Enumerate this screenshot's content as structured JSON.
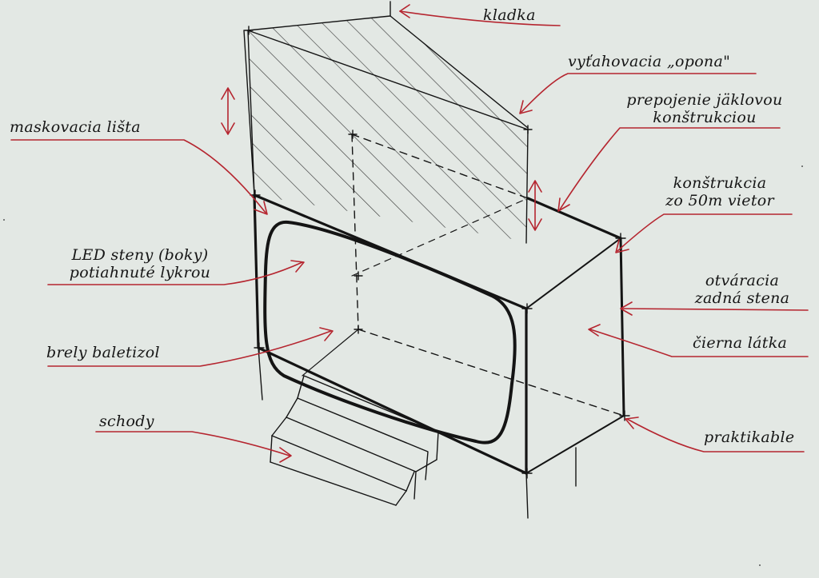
{
  "colors": {
    "paper": "#e3e8e4",
    "ink": "#141414",
    "annotation": "#b5252f"
  },
  "labels": {
    "kladka": "kladka",
    "opona": "vyťahovacia „opona\"",
    "prepojenie_1": "prepojenie jäklovou",
    "prepojenie_2": "konštrukciou",
    "maskovacia": "maskovacia lišta",
    "konstrukcia_1": "konštrukcia",
    "konstrukcia_2": "zo 50m vietor",
    "led_1": "LED steny (boky)",
    "led_2": "potiahnuté lykrou",
    "otvaracia_1": "otváracia",
    "otvaracia_2": "zadná stena",
    "cierna": "čierna látka",
    "brely": "brely baletizol",
    "schody": "schody",
    "praktikable": "praktikable"
  }
}
